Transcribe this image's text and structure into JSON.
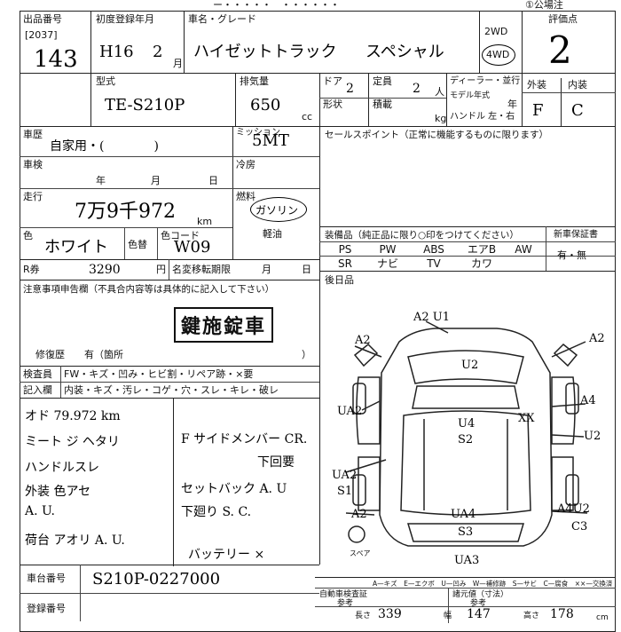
{
  "sheet": {
    "title_fragment": "ー・・・・・　・・・・・・",
    "site_mark": "①公場注",
    "lot_label": "出品番号",
    "lot_code": "[2037]",
    "lot_number": "143",
    "first_reg_label": "初度登録年月",
    "first_reg_era": "H16",
    "first_reg_month": "2",
    "month_suffix": "月",
    "name_label": "車名・グレード",
    "car_name": "ハイゼットトラック",
    "grade": "スペシャル",
    "drive_2wd": "2WD",
    "drive_4wd": "4WD",
    "score_label": "評価点",
    "score": "2",
    "ext_label": "外装",
    "int_label": "内装",
    "ext_grade": "F",
    "int_grade": "C",
    "model_label": "型式",
    "model_code": "TE-S210P",
    "disp_label": "排気量",
    "displacement": "650",
    "cc": "cc",
    "door_label": "ドア",
    "doors": "2",
    "cap_label": "定員",
    "capacity": "2",
    "person": "人",
    "dealer_label": "ディーラー・並行",
    "model_year_label": "モデル年式",
    "year_suffix": "年",
    "shape_label": "形状",
    "load_label": "積載",
    "kg": "kg",
    "handle_label": "ハンドル 左・右",
    "usage_label": "車歴",
    "usage": "自家用・(　　　　)",
    "trans_label": "ミッション",
    "transmission": "5MT",
    "inspection_label": "車検",
    "inspection_year": "年",
    "inspection_month": "月",
    "inspection_day": "日",
    "ac_label": "冷房",
    "mileage_label": "走行",
    "mileage": "7万9千972",
    "km": "km",
    "fuel_label": "燃料",
    "fuel_gas": "ガソリン",
    "fuel_diesel": "軽油",
    "color_label": "色",
    "color": "ホワイト",
    "color_change_label": "色替",
    "color_code_label": "色コード",
    "color_code": "W09",
    "recycle_label": "R券",
    "recycle_fee": "3290",
    "yen": "円",
    "transfer_label": "名変移転期限",
    "transfer_month": "月",
    "transfer_day": "日",
    "notes_label": "注意事項申告欄（不具合内容等は具体的に記入して下さい）",
    "stamp": "鍵施錠車",
    "repair_label": "修復歴　　有（箇所",
    "repair_close": "）",
    "sales_label": "セールスポイント（正常に機能するものに限ります）",
    "equip_label": "装備品（純正品に限り○印をつけてください）",
    "warranty_label": "新車保証書",
    "warranty_value": "有・無",
    "equip_row1": [
      "PS",
      "PW",
      "ABS",
      "エアB",
      "AW"
    ],
    "equip_row2": [
      "SR",
      "ナビ",
      "TV",
      "カワ",
      ""
    ],
    "rear_seat_label": "後日品",
    "inspector_label": "検査員",
    "recorder_label": "記入欄",
    "check_row1": "FW・キズ・凹み・ヒビ割・リペア跡・×要",
    "check_row2": "内装・キズ・汚レ・コゲ・穴・スレ・キレ・破レ",
    "notes": [
      "オド 79.972 km",
      "ミート ジ ヘタリ",
      "ハンドルスレ",
      "外装 色アセ",
      "A. U.",
      "荷台 アオリ A. U."
    ],
    "notes_right": [
      "F サイドメンバー CR.",
      "下回要",
      "セットバック A. U",
      "下廻り S. C.",
      "バッテリー ×"
    ],
    "diagram_marks": [
      "A2 U1",
      "A2",
      "A2",
      "U2",
      "UA2",
      "A4",
      "U4",
      "S2",
      "XX",
      "U2",
      "UA2",
      "S1",
      "A2",
      "UA4",
      "S3",
      "A4U2",
      "C3",
      "UA3"
    ],
    "spare_label": "スペア",
    "legend": "A—キズ　E—エクボ　U—凹み　W—補修跡　S—サビ　C—腐食　××—交換済",
    "chassis_label": "車台番号",
    "chassis": "S210P-0227000",
    "reg_label": "登録番号",
    "dim_label1": "自動車検査証",
    "dim_sub1": "参考",
    "dim_label2": "諸元値（寸法）",
    "dim_sub2": "参考",
    "length_label": "長さ",
    "length": "339",
    "width_label": "幅",
    "width": "147",
    "height_label": "高さ",
    "height": "178",
    "cm": "cm"
  }
}
